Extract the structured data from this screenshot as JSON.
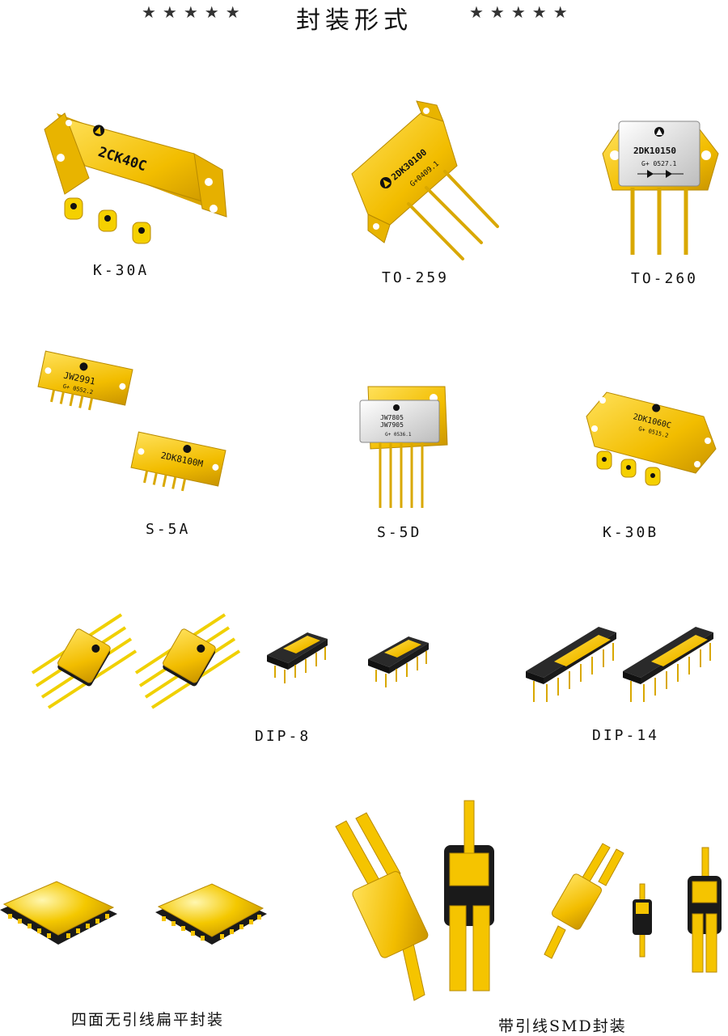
{
  "header": {
    "title": "封装形式",
    "stars_left": "★★★★★",
    "stars_right": "★★★★★"
  },
  "packages": [
    {
      "label": "K-30A",
      "marking": "2CK40C"
    },
    {
      "label": "TO-259",
      "marking": "2DK30100",
      "code": "G+0409.1"
    },
    {
      "label": "TO-260",
      "marking": "2DK10150",
      "code": "G+ 0527.1"
    },
    {
      "label": "S-5A",
      "marking_a": "JW2991",
      "code_a": "G+ 0552.2",
      "marking_b": "2DK8100M"
    },
    {
      "label": "S-5D",
      "marking_1": "JW7805",
      "marking_2": "JW7905",
      "code": "G+ 0536.1"
    },
    {
      "label": "K-30B",
      "marking": "2DK1060C",
      "code": "G+ 0515.2"
    },
    {
      "label": "DIP-8"
    },
    {
      "label": "DIP-14"
    },
    {
      "label": "四面无引线扁平封装"
    },
    {
      "label": "带引线SMD封装"
    }
  ],
  "colors": {
    "gold": "#f5c400",
    "gold_dark": "#b88a00",
    "silver": "#e4e4e4",
    "black": "#1a1a1a"
  }
}
